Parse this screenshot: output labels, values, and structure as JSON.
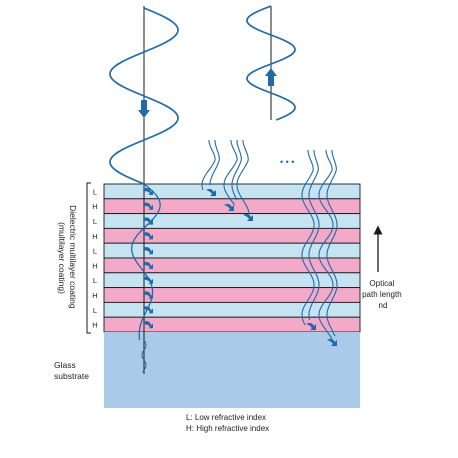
{
  "layers": [
    "L",
    "H",
    "L",
    "H",
    "L",
    "H",
    "L",
    "H",
    "L",
    "H"
  ],
  "labels": {
    "coating_line1": "Dielectric multilayer coating",
    "coating_line2": "(multilayer coating)",
    "optical_line1": "Optical",
    "optical_line2": "path length",
    "optical_line3": "nd",
    "substrate_line1": "Glass",
    "substrate_line2": "substrate",
    "ellipsis": "• • •",
    "legend_low": "L: Low refractive index",
    "legend_high": "H: High refractive index"
  },
  "colors": {
    "low_layer": "#c6e3f2",
    "high_layer": "#f3a9c8",
    "substrate": "#a9cbe9",
    "wave": "#1f6aa8",
    "line": "#1a1a1a"
  },
  "icons": {
    "incident_arrow": "arrow-down-icon",
    "reflected_arrow": "arrow-up-icon",
    "interface_arrow": "curved-arrow-icon",
    "optical_path_arrow": "arrow-up-icon"
  }
}
